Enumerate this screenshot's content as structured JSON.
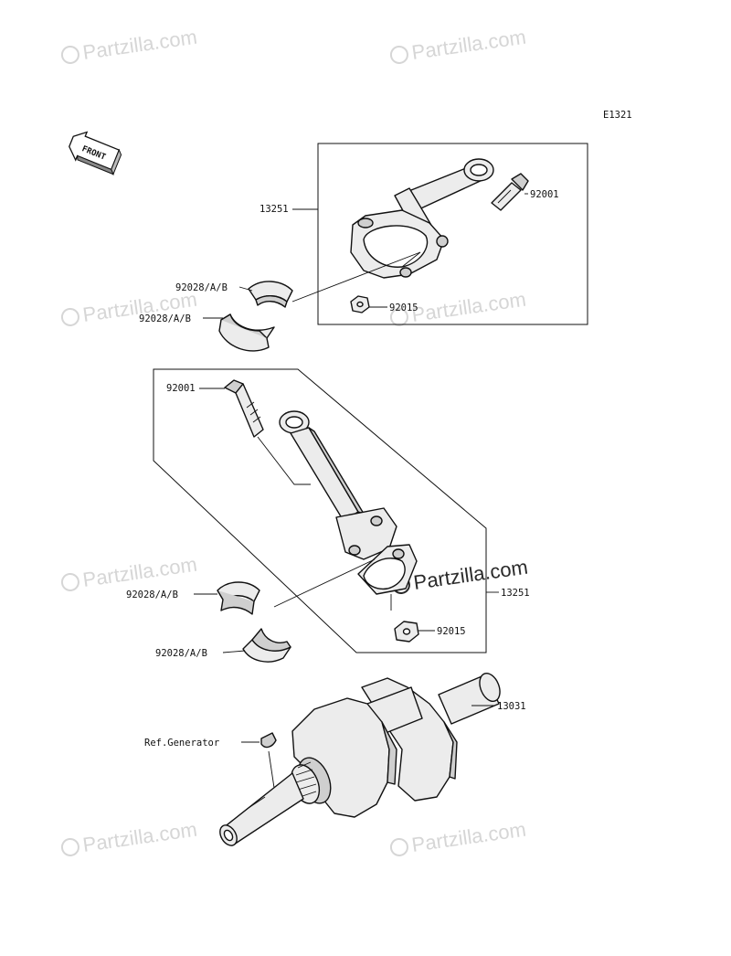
{
  "diagram_code": "E1321",
  "front_label": "FRONT",
  "watermark": "Partzilla.com",
  "labels": {
    "rod_assy_top": "13251",
    "rod_assy_mid": "13251",
    "bolt_top": "92001",
    "bolt_mid": "92001",
    "nut_top": "92015",
    "nut_mid": "92015",
    "bearing_1": "92028/A/B",
    "bearing_2": "92028/A/B",
    "bearing_3": "92028/A/B",
    "bearing_4": "92028/A/B",
    "crankshaft": "13031",
    "ref_generator": "Ref.Generator"
  }
}
